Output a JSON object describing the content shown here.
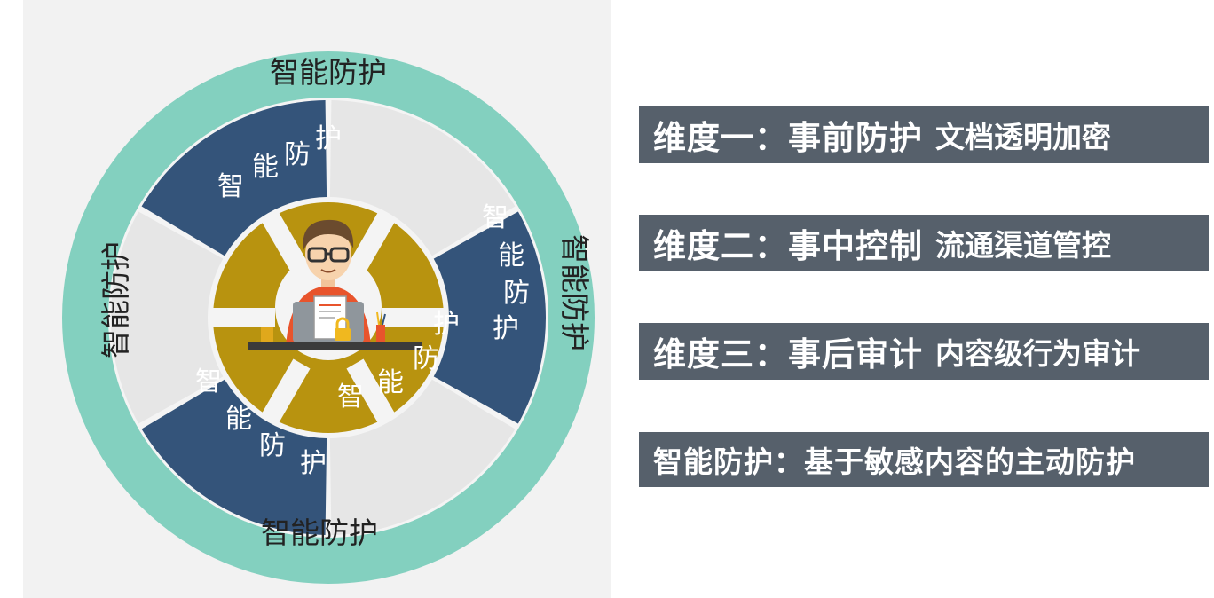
{
  "diagram": {
    "outer_ring_label_top": "智能防护",
    "outer_ring_label_bottom": "智能防护",
    "outer_ring_label_left": "智能防护",
    "outer_ring_label_right": "智能防护",
    "blue_wedge_text": [
      "智",
      "能",
      "防",
      "护"
    ],
    "gold_wedge_text": [
      "智",
      "能",
      "防",
      "护"
    ],
    "colors": {
      "outer_ring": "#83d0bf",
      "blue_wedge": "#34547a",
      "gray_wedge": "#e6e6e6",
      "gold": "#b8930f",
      "banner": "#56606b"
    }
  },
  "banners": [
    {
      "main": "维度一：事前防护",
      "sub": "文档透明加密"
    },
    {
      "main": "维度二：事中控制",
      "sub": "流通渠道管控"
    },
    {
      "main": "维度三：事后审计",
      "sub": "内容级行为审计"
    },
    {
      "main": "智能防护：基于敏感内容的主动防护",
      "sub": ""
    }
  ]
}
